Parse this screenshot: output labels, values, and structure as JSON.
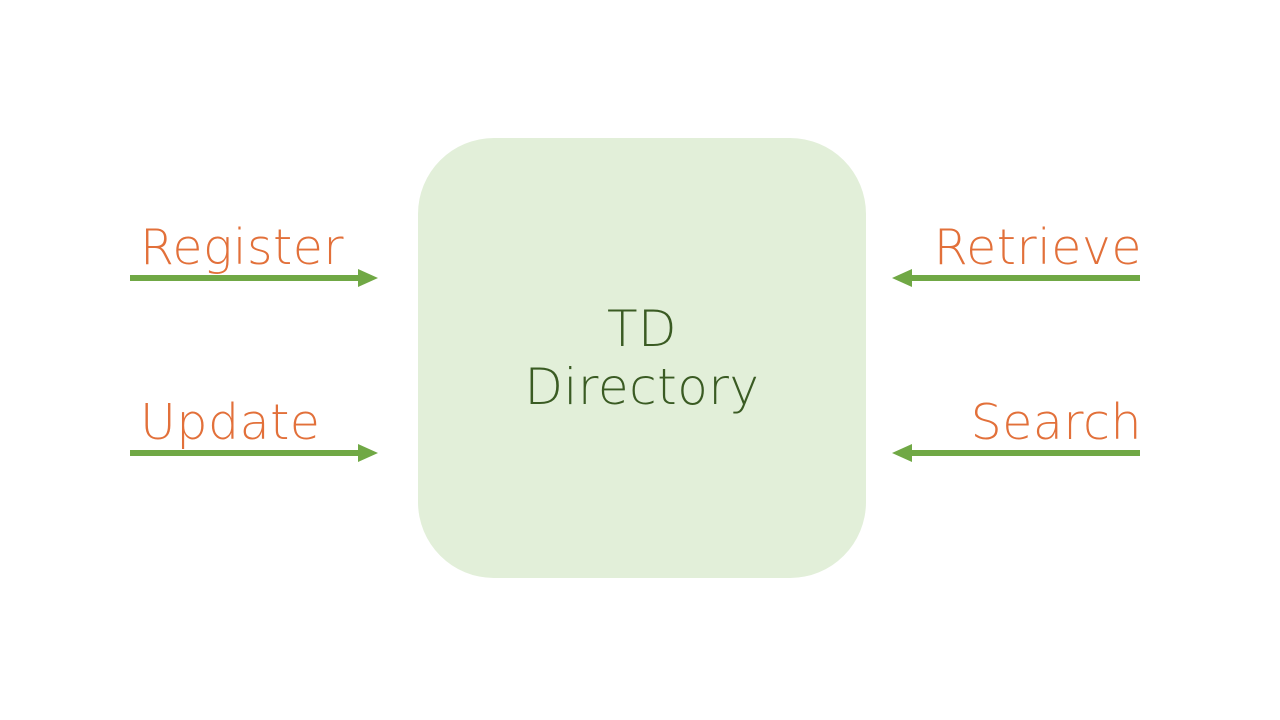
{
  "diagram": {
    "title": "TD Directory interaction diagram",
    "background_color": "#ffffff",
    "node": {
      "name": "td-directory",
      "line1": "TD",
      "line2": "Directory",
      "fill_color": "#e2efd9",
      "text_color": "#3a5b23"
    },
    "colors": {
      "arrow_green": "#70a845",
      "label_orange": "#e2703a",
      "node_fill": "#e2efd9",
      "node_text": "#3a5b23"
    },
    "flows": [
      {
        "label": "Register",
        "side": "left",
        "direction": "to-node",
        "arrow_points": "right",
        "icon": "arrow-right-icon"
      },
      {
        "label": "Retrieve",
        "side": "right",
        "direction": "to-node",
        "arrow_points": "left",
        "icon": "arrow-left-icon"
      },
      {
        "label": "Update",
        "side": "left",
        "direction": "to-node",
        "arrow_points": "right",
        "icon": "arrow-right-icon"
      },
      {
        "label": "Search",
        "side": "right",
        "direction": "to-node",
        "arrow_points": "left",
        "icon": "arrow-left-icon"
      }
    ]
  }
}
